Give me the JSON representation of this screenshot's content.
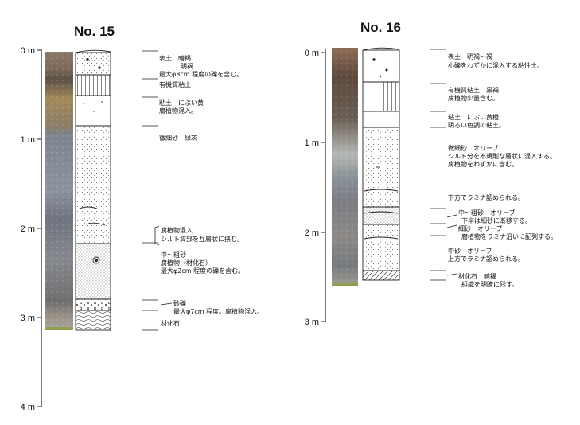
{
  "columns": [
    {
      "title": "No. 15",
      "depth_ticks": [
        "0 m",
        "1 m",
        "2 m",
        "3 m",
        "4 m"
      ],
      "annotations": [
        "表土　暗褐",
        "明褐",
        "最大φ3cm 程度の礫を含む。",
        "有機質粘土",
        "粘土　にぶい黄",
        "腐植物混入。",
        "微細砂　緑灰",
        "腐植物混入",
        "シルト質部を互層状に挟む。",
        "中～粗砂",
        "腐植物（材化石）",
        "最大φ2cm 程度の礫を含む。",
        "砂礫",
        "最大φ7cm 程度。腐植物混入。",
        "材化石"
      ]
    },
    {
      "title": "No. 16",
      "depth_ticks": [
        "0 m",
        "1 m",
        "2 m",
        "3 m"
      ],
      "annotations": [
        "表土　明褐～褐",
        "小礫をわずかに混入する粘性土。",
        "有機質粘土　黒褐",
        "腐植物少量含む。",
        "粘土　にぶい黄橙",
        "明るい色調の粘土。",
        "微細砂　オリーブ",
        "シルト分を不規則な層状に混入する。",
        "腐植物をわずかに含む。",
        "下方でラミナ認められる。",
        "中～粗砂　オリーブ",
        "下半は細砂に漸移する。",
        "細砂　オリーブ",
        "腐植物をラミナ沿いに配列する。",
        "中砂　オリーブ",
        "上方でラミナ認められる。",
        "材化石　暗褐",
        "組織を明瞭に残す。"
      ]
    }
  ],
  "colors": {
    "line": "#222222",
    "topsoil": "#8a7560",
    "clay_yellow": "#a58d5e",
    "gray_sand": "#8f95a0",
    "dark_gray": "#6c7078",
    "olive_gray": "#8a8e7e",
    "green_edge": "#8ca050"
  }
}
